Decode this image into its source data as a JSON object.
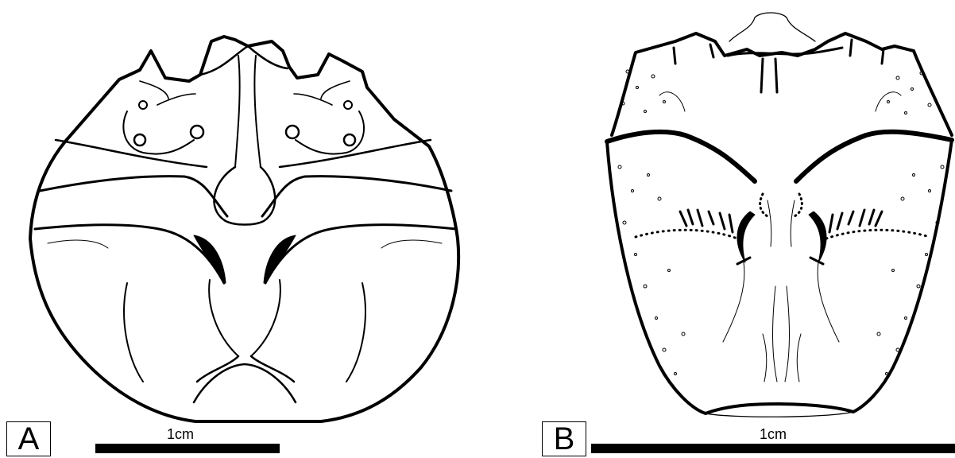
{
  "figure": {
    "panels": [
      {
        "id": "A",
        "label": "A",
        "scale_label": "1cm"
      },
      {
        "id": "B",
        "label": "B",
        "scale_label": "1cm"
      }
    ]
  }
}
